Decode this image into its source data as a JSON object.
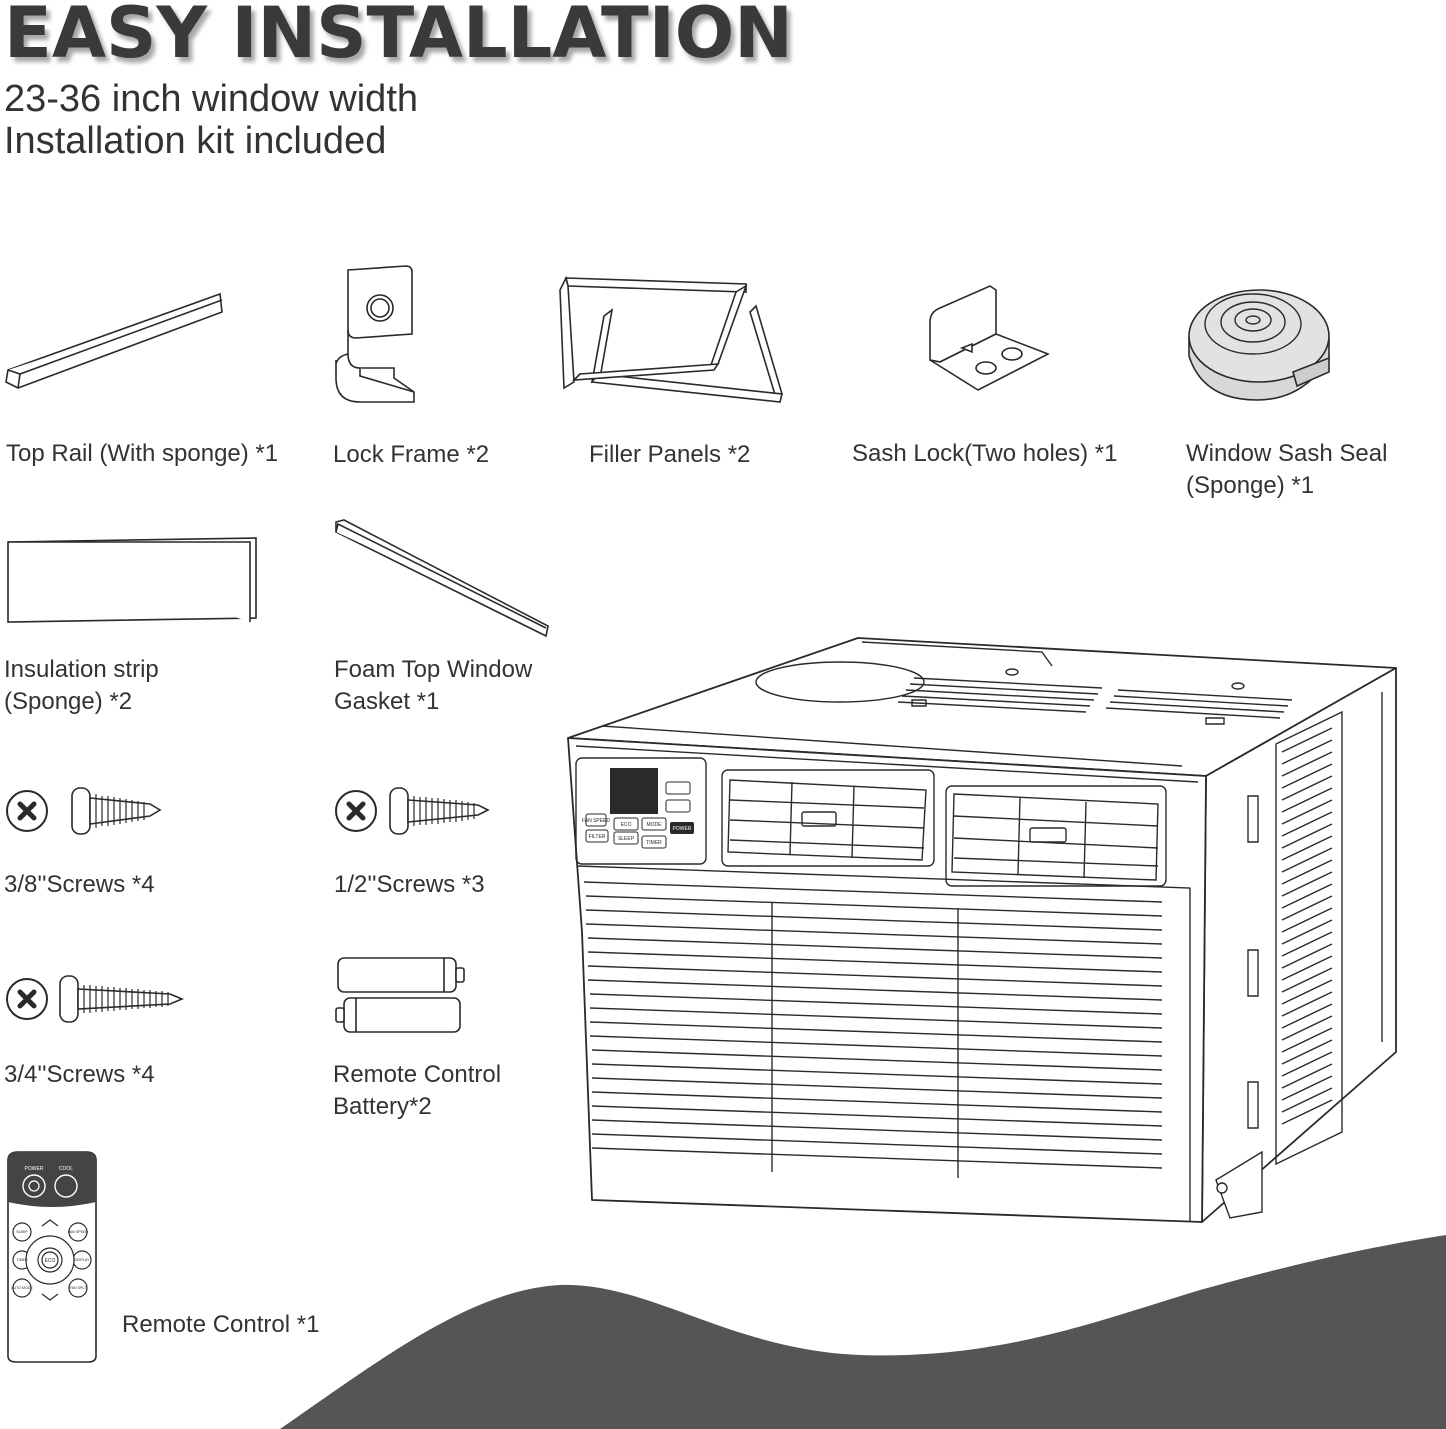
{
  "header": {
    "title": "EASY INSTALLATION",
    "line1": "23-36 inch window width",
    "line2": "Installation kit included"
  },
  "parts": {
    "top_rail": "Top Rail (With sponge) *1",
    "lock_frame": "Lock Frame *2",
    "filler_panels": "Filler Panels *2",
    "sash_lock": "Sash Lock(Two holes) *1",
    "sash_seal_1": "Window Sash Seal",
    "sash_seal_2": "(Sponge) *1",
    "insulation_1": "Insulation strip",
    "insulation_2": "(Sponge) *2",
    "foam_1": "Foam Top Window",
    "foam_2": "Gasket *1",
    "screws_38": "3/8''Screws *4",
    "screws_12": "1/2''Screws *3",
    "screws_34": "3/4''Screws *4",
    "battery_1": "Remote Control",
    "battery_2": "Battery*2",
    "remote": "Remote Control *1"
  },
  "remote_buttons": {
    "power": "POWER",
    "cool": "COOL",
    "sleep": "SLEEP",
    "fan": "FAN SPEED",
    "timer": "TIMER",
    "eco": "ECO",
    "display": "DISPLAY",
    "auto": "AUTO MODE",
    "swing": "FAN SPLT"
  },
  "ac_panel": {
    "fan_speed": "FAN SPEED",
    "eco": "ECO",
    "mode": "MODE",
    "power": "POWER",
    "filter": "FILTER",
    "sleep": "SLEEP",
    "timer": "TIMER"
  },
  "colors": {
    "text": "#333333",
    "wave": "#555555",
    "line": "#2a2a2a"
  }
}
